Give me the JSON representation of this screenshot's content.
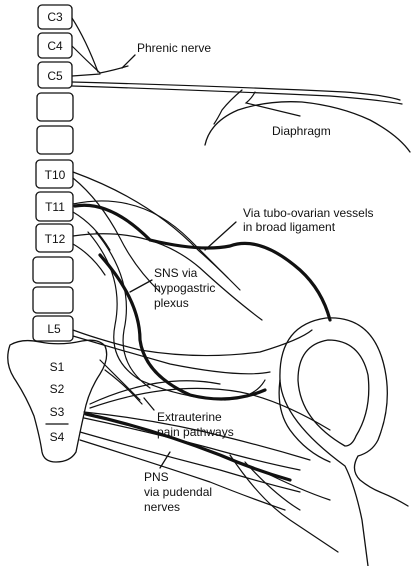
{
  "vertebrae": {
    "c3": "C3",
    "c4": "C4",
    "c5": "C5",
    "t10": "T10",
    "t11": "T11",
    "t12": "T12",
    "l5": "L5"
  },
  "sacrum": {
    "s1": "S1",
    "s2": "S2",
    "s3": "S3",
    "s4": "S4"
  },
  "labels": {
    "phrenic": "Phrenic nerve",
    "diaphragm": "Diaphragm",
    "tubo_line1": "Via tubo-ovarian vessels",
    "tubo_line2": "in broad ligament",
    "sns_line1": "SNS via",
    "sns_line2": "hypogastric",
    "sns_line3": "plexus",
    "extra_line1": "Extrauterine",
    "extra_line2": "pain pathways",
    "pns_line1": "PNS",
    "pns_line2": "via pudendal",
    "pns_line3": "nerves"
  }
}
